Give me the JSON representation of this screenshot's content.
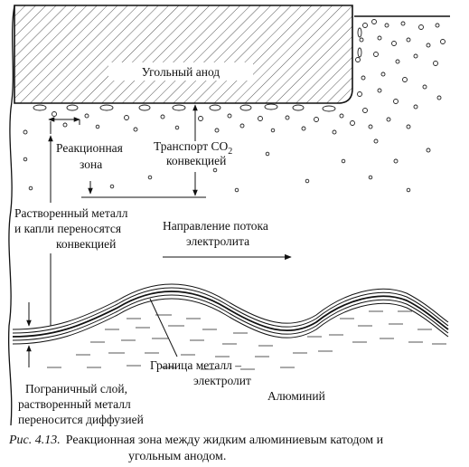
{
  "diagram": {
    "anode_label": "Угольный анод",
    "reaction_zone_label": [
      "Реакционная",
      "зона"
    ],
    "co2_transport_label": [
      "Транспорт CO",
      "2",
      "конвекцией"
    ],
    "dissolved_metal_label": [
      "Растворенный металл",
      "и капли переносятся",
      "конвекцией"
    ],
    "flow_direction_label": [
      "Направление потока",
      "электролита"
    ],
    "boundary_layer_label": [
      "Пограничный слой,",
      "растворенный металл",
      "переносится диффузией"
    ],
    "metal_electrolyte_label": [
      "Граница металл –",
      "электролит"
    ],
    "aluminium_label": "Алюминий"
  },
  "caption": {
    "number": "Рис. 4.13.",
    "text_line1": "Реакционная зона между жидким алюминиевым катодом и",
    "text_line2": "угольным анодом."
  }
}
